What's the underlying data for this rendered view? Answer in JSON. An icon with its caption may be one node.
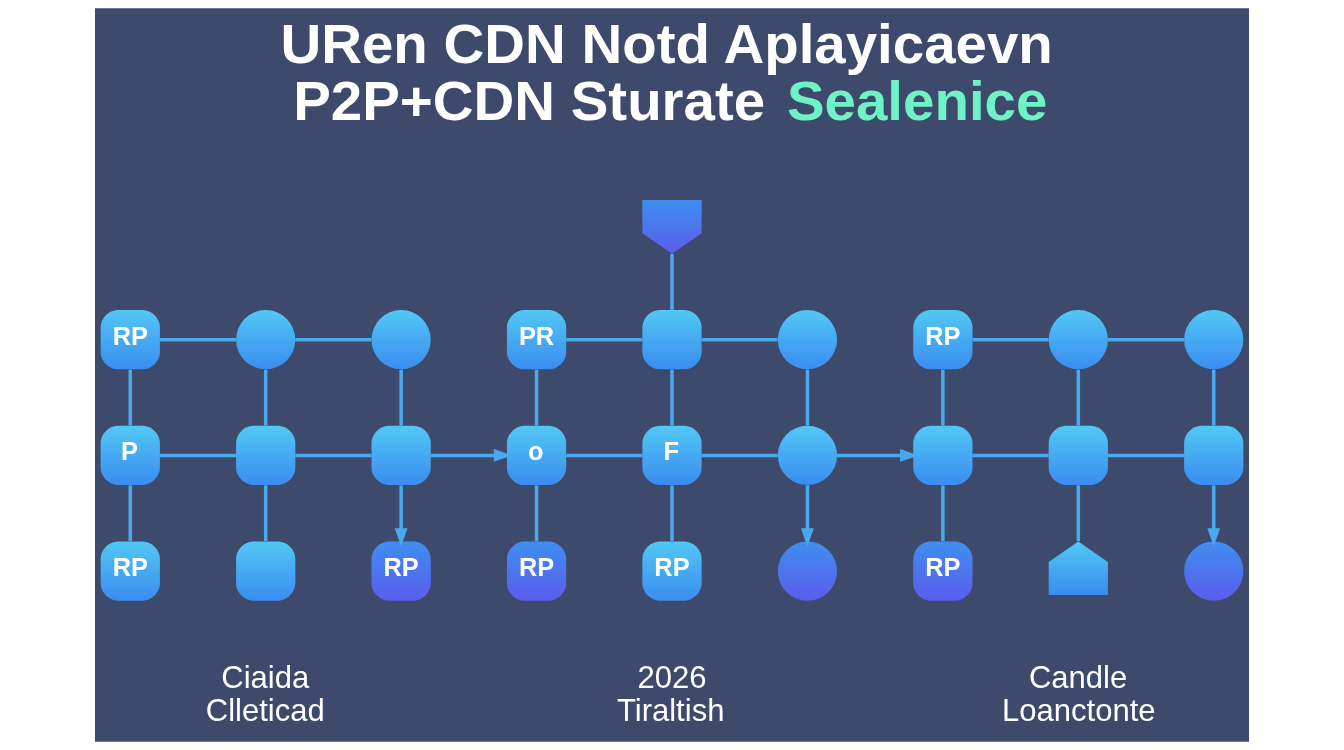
{
  "diagram": {
    "title": "URen CDN Notd Aplayicaevn P2P+CDN Sturate Sealenice",
    "nodes": [
      {
        "text": [
          "RP"
        ]
      },
      {
        "text": [],
        "shape": "circle"
      },
      {
        "text": [],
        "shape": "circle"
      },
      {
        "text": [
          "P"
        ]
      },
      {
        "text": [],
        "shape": "box"
      },
      {
        "text": [],
        "shape": "box"
      },
      {
        "text": [
          "RP"
        ]
      },
      {
        "text": [],
        "shape": "box"
      },
      {
        "text": [
          "RP"
        ]
      },
      {
        "text": [],
        "shape": "shield"
      },
      {
        "text": [
          "PR"
        ]
      },
      {
        "text": [],
        "shape": "box"
      },
      {
        "text": [],
        "shape": "circle"
      },
      {
        "text": [
          "o"
        ]
      },
      {
        "text": [
          "F"
        ]
      },
      {
        "text": [],
        "shape": "circle"
      },
      {
        "text": [
          "RP"
        ]
      },
      {
        "text": [
          "RP"
        ]
      },
      {
        "text": [],
        "shape": "circle"
      },
      {
        "text": [
          "RP"
        ]
      },
      {
        "text": [],
        "shape": "circle"
      },
      {
        "text": [],
        "shape": "circle"
      },
      {
        "text": [],
        "shape": "box"
      },
      {
        "text": [],
        "shape": "box"
      },
      {
        "text": [],
        "shape": "box"
      },
      {
        "text": [
          "RP"
        ]
      },
      {
        "text": [],
        "shape": "bell"
      },
      {
        "text": [],
        "shape": "circle"
      }
    ],
    "edges": [
      {
        "from": 0,
        "to": 1,
        "arrow": "none"
      },
      {
        "from": 1,
        "to": 2,
        "arrow": "none"
      },
      {
        "from": 0,
        "to": 3,
        "arrow": "none"
      },
      {
        "from": 1,
        "to": 4,
        "arrow": "none"
      },
      {
        "from": 2,
        "to": 5,
        "arrow": "none"
      },
      {
        "from": 3,
        "to": 4,
        "arrow": "none"
      },
      {
        "from": 4,
        "to": 5,
        "arrow": "none"
      },
      {
        "from": 3,
        "to": 6,
        "arrow": "none"
      },
      {
        "from": 4,
        "to": 7,
        "arrow": "none"
      },
      {
        "from": 5,
        "to": 8,
        "arrow": "to"
      },
      {
        "from": 5,
        "to": 13,
        "arrow": "to"
      },
      {
        "from": 10,
        "to": 11,
        "arrow": "none"
      },
      {
        "from": 11,
        "to": 12,
        "arrow": "none"
      },
      {
        "from": 9,
        "to": 11,
        "arrow": "none"
      },
      {
        "from": 10,
        "to": 13,
        "arrow": "none"
      },
      {
        "from": 11,
        "to": 14,
        "arrow": "none"
      },
      {
        "from": 12,
        "to": 15,
        "arrow": "none"
      },
      {
        "from": 13,
        "to": 14,
        "arrow": "none"
      },
      {
        "from": 14,
        "to": 15,
        "arrow": "none"
      },
      {
        "from": 13,
        "to": 16,
        "arrow": "none"
      },
      {
        "from": 14,
        "to": 17,
        "arrow": "none"
      },
      {
        "from": 15,
        "to": 18,
        "arrow": "to"
      },
      {
        "from": 15,
        "to": 22,
        "arrow": "to"
      },
      {
        "from": 19,
        "to": 20,
        "arrow": "none"
      },
      {
        "from": 20,
        "to": 21,
        "arrow": "none"
      },
      {
        "from": 19,
        "to": 22,
        "arrow": "none"
      },
      {
        "from": 20,
        "to": 23,
        "arrow": "none"
      },
      {
        "from": 21,
        "to": 24,
        "arrow": "none"
      },
      {
        "from": 22,
        "to": 23,
        "arrow": "none"
      },
      {
        "from": 23,
        "to": 24,
        "arrow": "none"
      },
      {
        "from": 22,
        "to": 25,
        "arrow": "none"
      },
      {
        "from": 23,
        "to": 26,
        "arrow": "none"
      },
      {
        "from": 24,
        "to": 27,
        "arrow": "to"
      }
    ],
    "labels": [
      "Ciaida Clleticad",
      "2026 Tiraltish",
      "Candle Loanctonte"
    ]
  }
}
